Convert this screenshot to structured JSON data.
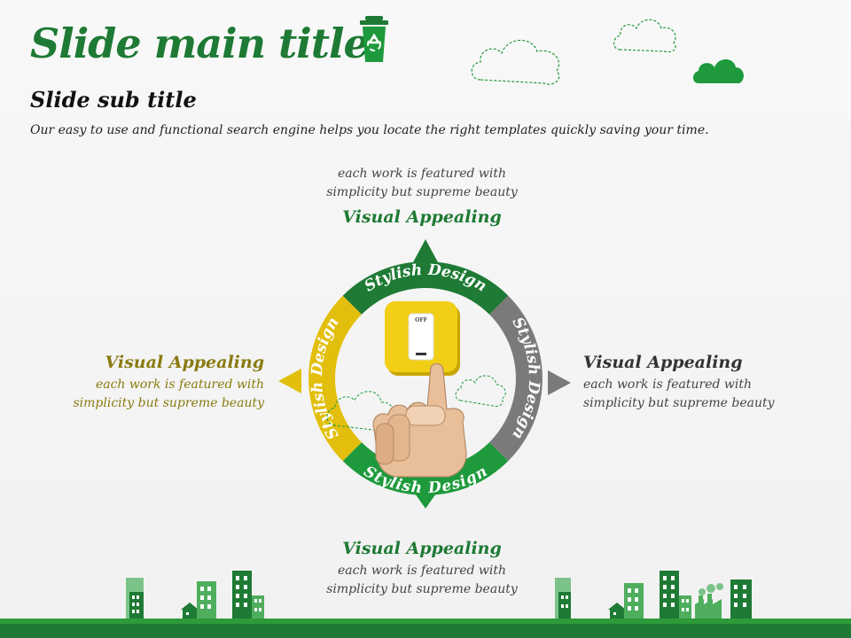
{
  "slide": {
    "title": "Slide main title",
    "subtitle": "Slide sub title",
    "description": "Our easy to use and functional search engine helps you locate the right templates quickly  saving your time."
  },
  "cycle": {
    "segments": [
      {
        "label": "Stylish Design",
        "color": "#1e7a34"
      },
      {
        "label": "Stylish Design",
        "color": "#7a7a7a"
      },
      {
        "label": "Stylish Design",
        "color": "#1e9a3c"
      },
      {
        "label": "Stylish Design",
        "color": "#e2bf0c"
      }
    ],
    "switch_label": "OFF"
  },
  "callouts": {
    "top": {
      "heading": "Visual Appealing",
      "line1": "each work is featured with",
      "line2": "simplicity but supreme beauty"
    },
    "left": {
      "heading": "Visual Appealing",
      "line1": "each work is featured with",
      "line2": "simplicity but supreme beauty"
    },
    "right": {
      "heading": "Visual Appealing",
      "line1": "each work is featured with",
      "line2": "simplicity but supreme beauty"
    },
    "bottom": {
      "heading": "Visual Appealing",
      "line1": "each work is featured with",
      "line2": "simplicity but supreme beauty"
    }
  },
  "icons": {
    "recycle_bin": "recycle-bin-icon",
    "cloud": "cloud-icon",
    "building": "building-icon",
    "factory": "factory-icon",
    "house": "house-icon"
  },
  "colors": {
    "brand_green": "#1e7a34",
    "accent_yellow": "#e2bf0c",
    "neutral_gray": "#7a7a7a",
    "ground_green": "#2e9a3a"
  }
}
